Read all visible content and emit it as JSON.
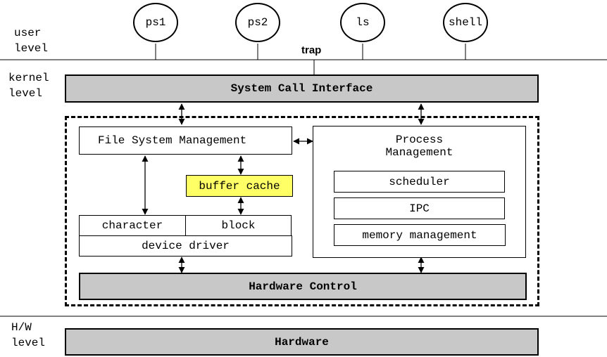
{
  "labels": {
    "user_level": "user\nlevel",
    "kernel_level": "kernel\nlevel",
    "hw_level": "H/W\nlevel",
    "trap": "trap"
  },
  "processes": [
    "ps1",
    "ps2",
    "ls",
    "shell"
  ],
  "layers": {
    "system_call_interface": "System Call Interface",
    "hardware_control": "Hardware Control",
    "hardware": "Hardware"
  },
  "file_system": {
    "title": "File System Management",
    "buffer_cache": "buffer cache",
    "character": "character",
    "block": "block",
    "device_driver": "device driver"
  },
  "process_mgmt": {
    "title": "Process\nManagement",
    "scheduler": "scheduler",
    "ipc": "IPC",
    "memory": "memory management"
  },
  "colors": {
    "layer_fill": "#c8c8c8",
    "buffer_cache_fill": "#ffff66"
  }
}
